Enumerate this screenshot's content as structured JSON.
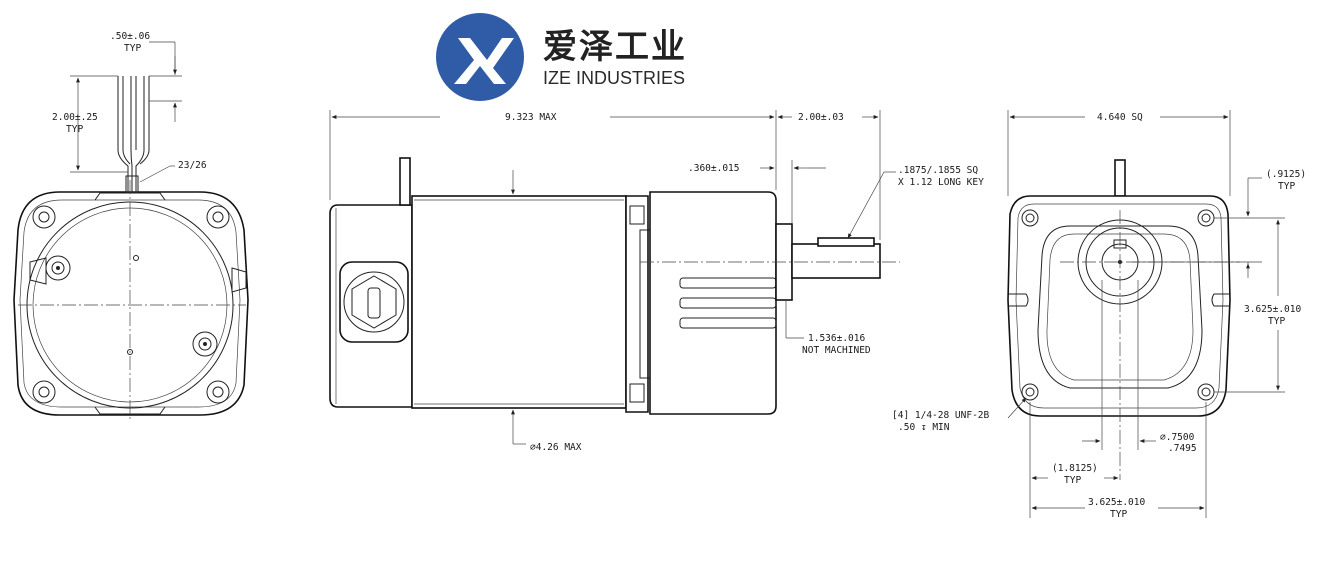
{
  "logo": {
    "name_cn": "爱泽工业",
    "name_en": "IZE INDUSTRIES",
    "color": "#2f5ba7"
  },
  "left_view": {
    "lead_spacing": ".50±.06",
    "lead_spacing_note": "TYP",
    "lead_length": "2.00±.25",
    "lead_length_note": "TYP",
    "wire_gauge": "23/26"
  },
  "side_view": {
    "overall_length": "9.323 MAX",
    "shaft_extension": "2.00±.03",
    "shoulder": ".360±.015",
    "key_size": ".1875/.1855 SQ",
    "key_length": "X 1.12 LONG KEY",
    "pilot": "1.536±.016",
    "pilot_note": "NOT MACHINED",
    "diameter": "∅4.26 MAX"
  },
  "front_view": {
    "square": "4.640 SQ",
    "offset": "(.9125)",
    "offset_note": "TYP",
    "bolt_spacing_v": "3.625±.010",
    "bolt_spacing_v_note": "TYP",
    "tap_spec": "[4] 1/4-28 UNF-2B",
    "tap_depth": ".50 ↧ MIN",
    "shaft_dia_hi": "∅.7500",
    "shaft_dia_lo": ".7495",
    "offset_h": "(1.8125)",
    "offset_h_note": "TYP",
    "bolt_spacing_h": "3.625±.010",
    "bolt_spacing_h_note": "TYP"
  }
}
